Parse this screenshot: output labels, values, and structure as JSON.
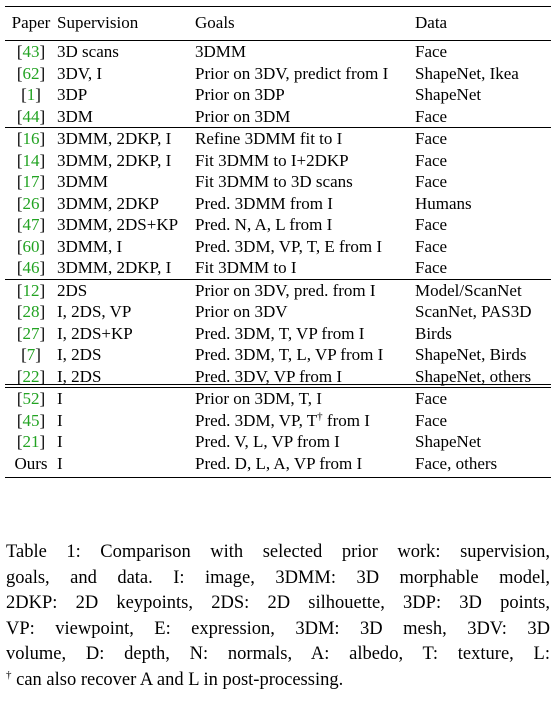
{
  "table": {
    "headers": [
      "Paper",
      "Supervision",
      "Goals",
      "Data"
    ],
    "sections": [
      [
        {
          "cite": "43",
          "supervision": "3D scans",
          "goals": "3DMM",
          "data": "Face"
        },
        {
          "cite": "62",
          "supervision": "3DV, I",
          "goals": "Prior on 3DV, predict from I",
          "data": "ShapeNet, Ikea"
        },
        {
          "cite": "1",
          "supervision": "3DP",
          "goals": "Prior on 3DP",
          "data": "ShapeNet"
        },
        {
          "cite": "44",
          "supervision": "3DM",
          "goals": "Prior on 3DM",
          "data": "Face"
        }
      ],
      [
        {
          "cite": "16",
          "supervision": "3DMM, 2DKP, I",
          "goals": "Refine 3DMM fit to I",
          "data": "Face"
        },
        {
          "cite": "14",
          "supervision": "3DMM, 2DKP, I",
          "goals": "Fit 3DMM to I+2DKP",
          "data": "Face"
        },
        {
          "cite": "17",
          "supervision": "3DMM",
          "goals": "Fit 3DMM to 3D scans",
          "data": "Face"
        },
        {
          "cite": "26",
          "supervision": "3DMM, 2DKP",
          "goals": "Pred. 3DMM from I",
          "data": "Humans"
        },
        {
          "cite": "47",
          "supervision": "3DMM, 2DS+KP",
          "goals": "Pred. N, A, L from I",
          "data": "Face"
        },
        {
          "cite": "60",
          "supervision": "3DMM, I",
          "goals": "Pred. 3DM, VP, T, E from I",
          "data": "Face"
        },
        {
          "cite": "46",
          "supervision": "3DMM, 2DKP, I",
          "goals": "Fit 3DMM to I",
          "data": "Face"
        }
      ],
      [
        {
          "cite": "12",
          "supervision": "2DS",
          "goals": "Prior on 3DV, pred. from I",
          "data": "Model/ScanNet"
        },
        {
          "cite": "28",
          "supervision": "I, 2DS, VP",
          "goals": "Prior on 3DV",
          "data": "ScanNet, PAS3D"
        },
        {
          "cite": "27",
          "supervision": "I, 2DS+KP",
          "goals": "Pred. 3DM, T, VP from I",
          "data": "Birds"
        },
        {
          "cite": "7",
          "supervision": "I, 2DS",
          "goals": "Pred. 3DM, T, L, VP from I",
          "data": "ShapeNet, Birds"
        },
        {
          "cite": "22",
          "supervision": "I, 2DS",
          "goals": "Pred. 3DV, VP from I",
          "data": "ShapeNet, others"
        }
      ],
      [
        {
          "cite": "52",
          "supervision": "I",
          "goals": "Prior on 3DM, T, I",
          "data": "Face"
        },
        {
          "cite": "45",
          "supervision": "I",
          "goals": "Pred. 3DM, VP, T",
          "goals_sup": "†",
          "goals_tail": " from I",
          "data": "Face"
        },
        {
          "cite": "21",
          "supervision": "I",
          "goals": "Pred. V, L, VP from I",
          "data": "ShapeNet"
        },
        {
          "paper": "Ours",
          "supervision": "I",
          "goals": "Pred. D, L, A, VP from I",
          "data": "Face, others"
        }
      ]
    ]
  },
  "caption": {
    "lines": [
      "Table 1: Comparison with selected prior work: supervision,",
      "goals, and data. I: image, 3DMM: 3D morphable model,",
      "2DKP: 2D keypoints, 2DS: 2D silhouette, 3DP: 3D points,",
      "VP: viewpoint, E: expression, 3DM: 3D mesh, 3DV: 3D",
      "volume, D: depth, N: normals, A: albedo, T: texture, L:"
    ],
    "last_sup": "†",
    "last_line": " can also recover A and L in post-processing."
  }
}
